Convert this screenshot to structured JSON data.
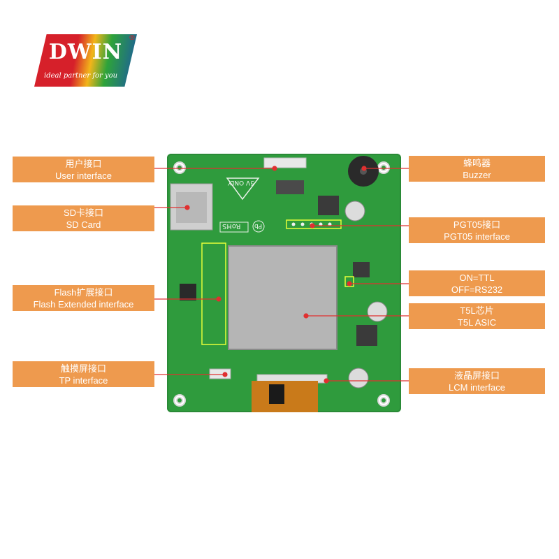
{
  "logo": {
    "brand": "DWIN",
    "tagline": "ideal partner for you",
    "registered": "®"
  },
  "callouts": {
    "user_interface": {
      "cn": "用户接口",
      "en": "User interface"
    },
    "sd_card": {
      "cn": "SD卡接口",
      "en": "SD Card"
    },
    "flash": {
      "cn": "Flash扩展接口",
      "en": "Flash Extended interface"
    },
    "tp": {
      "cn": "触摸屏接口",
      "en": "TP interface"
    },
    "buzzer": {
      "cn": "蜂鸣器",
      "en": "Buzzer"
    },
    "pgt05": {
      "cn": "PGT05接口",
      "en": "PGT05 interface"
    },
    "uart_mode": {
      "line1": "ON=TTL",
      "line2": "OFF=RS232"
    },
    "asic": {
      "cn": "T5L芯片",
      "en": "T5L ASIC"
    },
    "lcm": {
      "cn": "液晶屏接口",
      "en": "LCM interface"
    }
  },
  "board": {
    "silk_5v": "5V ONLY",
    "silk_rohs": "RoHS",
    "silk_pb": "Pb"
  },
  "colors": {
    "label": "#ee9a4e",
    "leader": "#e03030",
    "board": "#2f9b3d",
    "chip": "#b5b5b5"
  }
}
